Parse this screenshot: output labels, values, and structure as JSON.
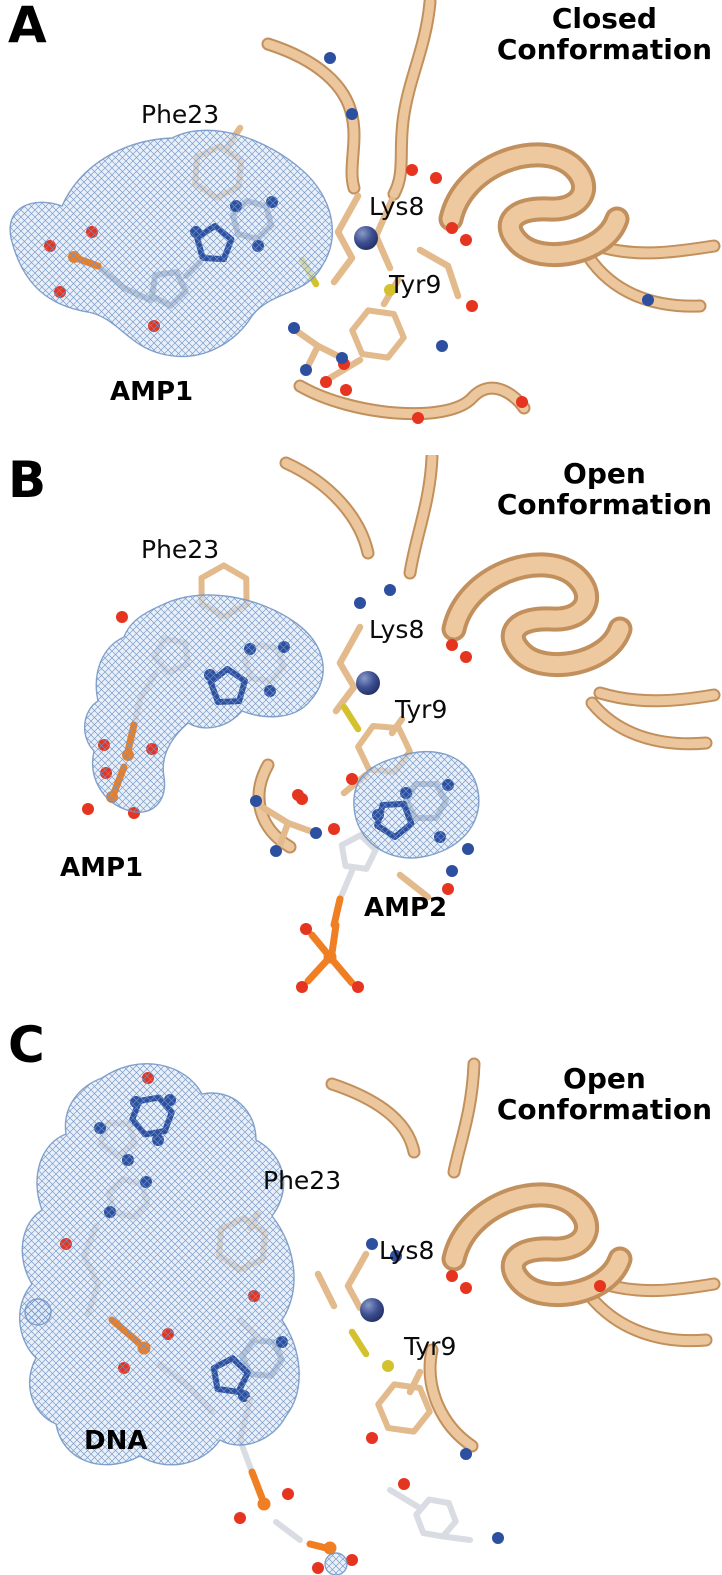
{
  "figure": {
    "kind": "crystal-structure-figure",
    "colors": {
      "protein_cartoon": "#ecc79d",
      "protein_outline": "#c2905c",
      "density_mesh": "#6f93c4",
      "density_fill": "#dce7f5",
      "oxygen_red": "#e5341f",
      "nitrogen_blue": "#2d4fa0",
      "phosphorus_orange": "#ef7f22",
      "sulfur_yellow": "#d3c22e",
      "metal_ion_blue": "#3d4f91",
      "ligand_carbon_gray": "#d9dce2",
      "label_text": "#000000"
    },
    "panels": [
      {
        "letter": "A",
        "title_line1": "Closed",
        "title_line2": "Conformation",
        "residues": {
          "phe23": "Phe23",
          "lys8": "Lys8",
          "tyr9": "Tyr9"
        },
        "ligands": {
          "amp1": "AMP1"
        }
      },
      {
        "letter": "B",
        "title_line1": "Open",
        "title_line2": "Conformation",
        "residues": {
          "phe23": "Phe23",
          "lys8": "Lys8",
          "tyr9": "Tyr9"
        },
        "ligands": {
          "amp1": "AMP1",
          "amp2": "AMP2"
        }
      },
      {
        "letter": "C",
        "title_line1": "Open",
        "title_line2": "Conformation",
        "residues": {
          "phe23": "Phe23",
          "lys8": "Lys8",
          "tyr9": "Tyr9"
        },
        "ligands": {
          "dna": "DNA"
        }
      }
    ]
  }
}
